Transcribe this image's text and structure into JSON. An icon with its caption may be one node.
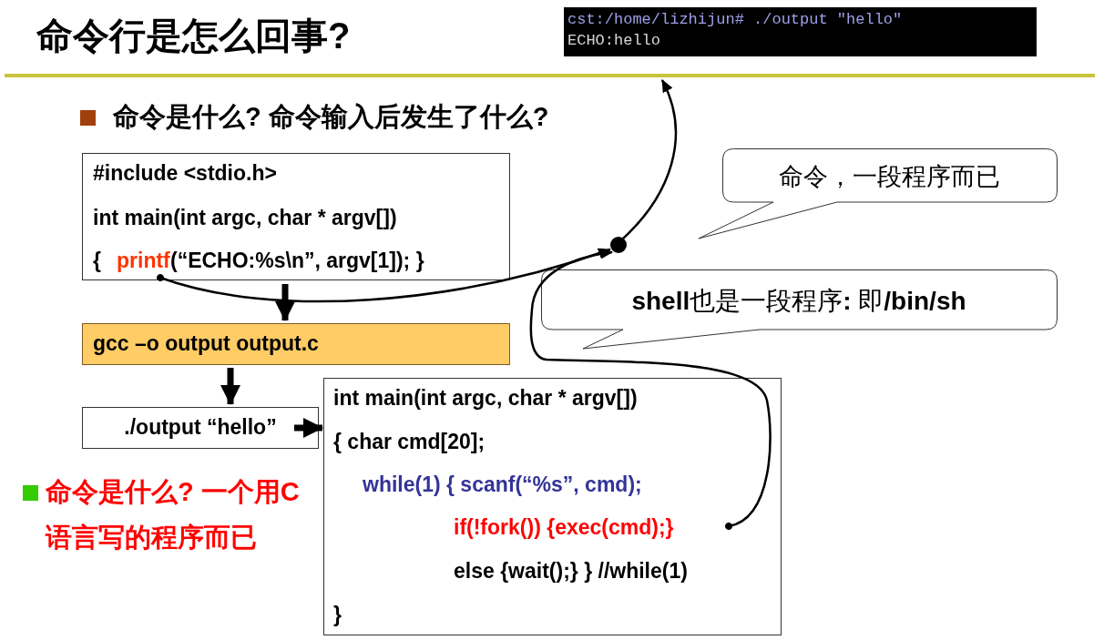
{
  "diagram": {
    "title": "命令行是怎么回事?",
    "nodes": [
      {
        "text": [
          "cst:/home/lizhijun# ./output \"hello\"",
          "ECHO:hello"
        ]
      },
      {
        "text": [
          "#include <stdio.h>",
          "int main(int argc, char * argv[])",
          "{",
          "printf",
          "(“ECHO:%s\\n”, argv[1]); }"
        ]
      },
      {
        "text": [
          "gcc –o output output.c"
        ]
      },
      {
        "text": [
          "./output “hello”"
        ]
      },
      {
        "text": [
          "int main(int argc, char * argv[])",
          "{  char cmd[20];",
          "while(1)  { scanf(“%s”, cmd);",
          "if(!fork()) {exec(cmd);}",
          "else {wait();}  }  //while(1)",
          "}"
        ]
      },
      {
        "text": [
          "命令，一段程序而已"
        ]
      },
      {
        "text": [
          "**shell**也是一段程序**:** 即**/bin/sh**"
        ]
      },
      {
        "text": [],
        "shape": "circle"
      }
    ],
    "edges": [
      {
        "from": 1,
        "to": 7,
        "arrow": "to"
      },
      {
        "from": 4,
        "to": 7,
        "arrow": "to"
      },
      {
        "from": 7,
        "to": 0,
        "arrow": "to"
      },
      {
        "from": 1,
        "to": 2,
        "arrow": "to",
        "style": "thick"
      },
      {
        "from": 2,
        "to": 3,
        "arrow": "to",
        "style": "thick"
      },
      {
        "from": 3,
        "to": 4,
        "arrow": "to",
        "style": "thick"
      }
    ],
    "labels": [
      "命令是什么? 命令输入后发生了什么?",
      "命令是什么? 一个用C语言写的程序而已"
    ]
  }
}
